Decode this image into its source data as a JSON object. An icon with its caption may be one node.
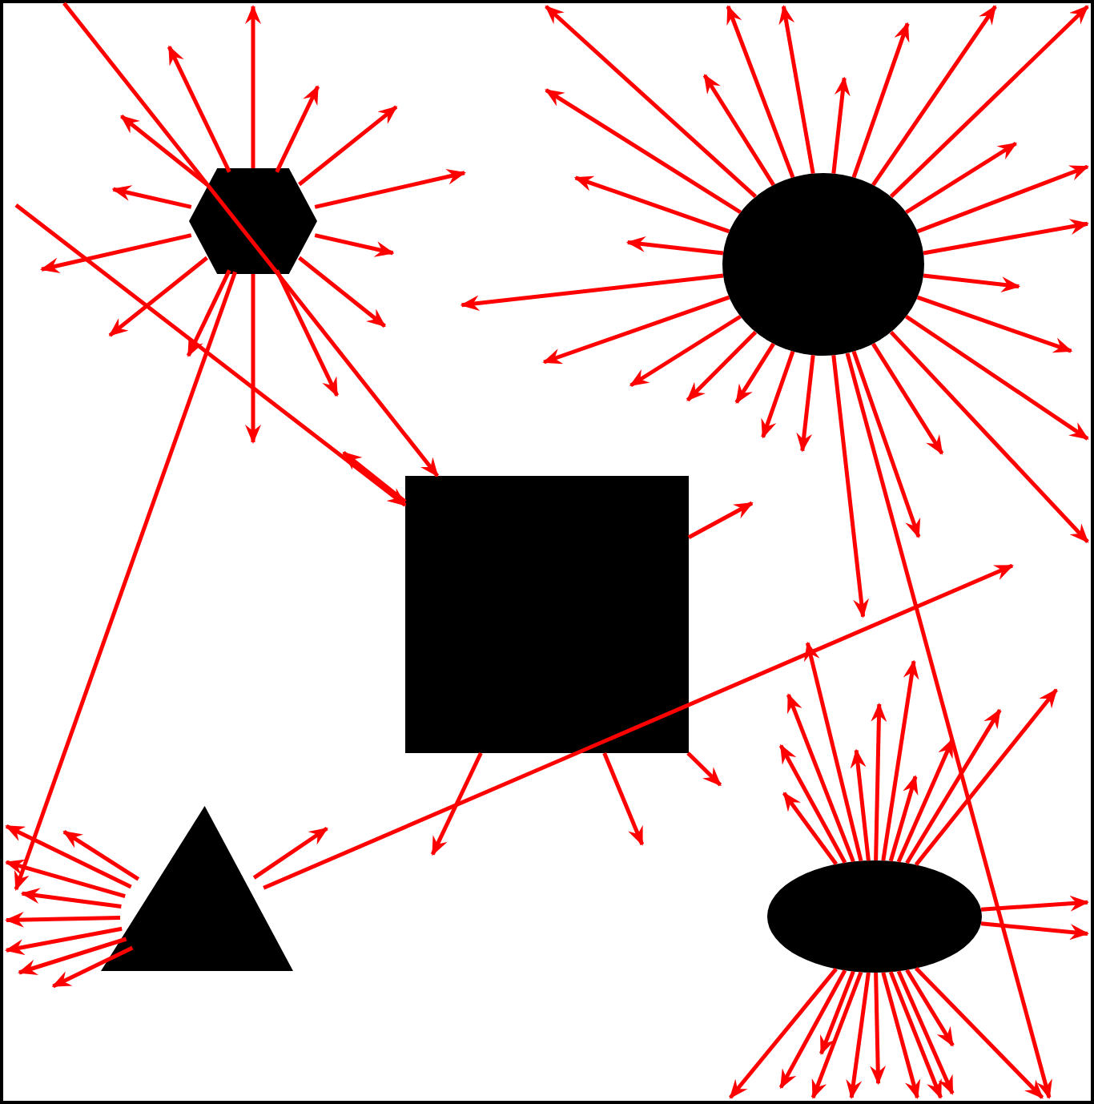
{
  "diagram": {
    "nodes": [
      {
        "text": [],
        "shape": "hexagon"
      },
      {
        "text": [],
        "shape": "circle"
      },
      {
        "text": [],
        "shape": "box"
      },
      {
        "text": [],
        "shape": "triangle"
      },
      {
        "text": [],
        "shape": "ellipse"
      }
    ],
    "edges": [
      {
        "from": null,
        "to": 2,
        "arrow": "to"
      },
      {
        "from": null,
        "to": 2,
        "arrow": "to"
      },
      {
        "from": 0,
        "to": null,
        "arrow": "to"
      },
      {
        "from": 3,
        "to": null,
        "arrow": "to"
      },
      {
        "from": 1,
        "to": null,
        "arrow": "to"
      },
      {
        "from": 0,
        "to": null,
        "arrow": "to"
      },
      {
        "from": 0,
        "to": null,
        "arrow": "to"
      },
      {
        "from": 0,
        "to": null,
        "arrow": "to"
      },
      {
        "from": 0,
        "to": null,
        "arrow": "to"
      },
      {
        "from": 0,
        "to": null,
        "arrow": "to"
      },
      {
        "from": 0,
        "to": null,
        "arrow": "to"
      },
      {
        "from": 0,
        "to": null,
        "arrow": "to"
      },
      {
        "from": 0,
        "to": null,
        "arrow": "to"
      },
      {
        "from": 0,
        "to": null,
        "arrow": "to"
      },
      {
        "from": 0,
        "to": null,
        "arrow": "to"
      },
      {
        "from": 0,
        "to": null,
        "arrow": "to"
      },
      {
        "from": 0,
        "to": null,
        "arrow": "to"
      },
      {
        "from": 0,
        "to": null,
        "arrow": "to"
      },
      {
        "from": 0,
        "to": null,
        "arrow": "to"
      },
      {
        "from": 1,
        "to": null,
        "arrow": "to"
      },
      {
        "from": 1,
        "to": null,
        "arrow": "to"
      },
      {
        "from": 1,
        "to": null,
        "arrow": "to"
      },
      {
        "from": 1,
        "to": null,
        "arrow": "to"
      },
      {
        "from": 1,
        "to": null,
        "arrow": "to"
      },
      {
        "from": 1,
        "to": null,
        "arrow": "to"
      },
      {
        "from": 1,
        "to": null,
        "arrow": "to"
      },
      {
        "from": 1,
        "to": null,
        "arrow": "to"
      },
      {
        "from": 1,
        "to": null,
        "arrow": "to"
      },
      {
        "from": 1,
        "to": null,
        "arrow": "to"
      },
      {
        "from": 1,
        "to": null,
        "arrow": "to"
      },
      {
        "from": 1,
        "to": null,
        "arrow": "to"
      },
      {
        "from": 1,
        "to": null,
        "arrow": "to"
      },
      {
        "from": 1,
        "to": null,
        "arrow": "to"
      },
      {
        "from": 1,
        "to": null,
        "arrow": "to"
      },
      {
        "from": 1,
        "to": null,
        "arrow": "to"
      },
      {
        "from": 1,
        "to": null,
        "arrow": "to"
      },
      {
        "from": 1,
        "to": null,
        "arrow": "to"
      },
      {
        "from": 1,
        "to": null,
        "arrow": "to"
      },
      {
        "from": 1,
        "to": null,
        "arrow": "to"
      },
      {
        "from": 1,
        "to": null,
        "arrow": "to"
      },
      {
        "from": 1,
        "to": null,
        "arrow": "to"
      },
      {
        "from": 1,
        "to": null,
        "arrow": "to"
      },
      {
        "from": 1,
        "to": null,
        "arrow": "to"
      },
      {
        "from": 1,
        "to": null,
        "arrow": "to"
      },
      {
        "from": 1,
        "to": null,
        "arrow": "to"
      },
      {
        "from": 1,
        "to": null,
        "arrow": "to"
      },
      {
        "from": 1,
        "to": null,
        "arrow": "to"
      },
      {
        "from": 2,
        "to": null,
        "arrow": "to"
      },
      {
        "from": 2,
        "to": null,
        "arrow": "to"
      },
      {
        "from": 2,
        "to": null,
        "arrow": "to"
      },
      {
        "from": 2,
        "to": null,
        "arrow": "to"
      },
      {
        "from": 2,
        "to": null,
        "arrow": "to"
      },
      {
        "from": 3,
        "to": null,
        "arrow": "to"
      },
      {
        "from": 3,
        "to": null,
        "arrow": "to"
      },
      {
        "from": 3,
        "to": null,
        "arrow": "to"
      },
      {
        "from": 3,
        "to": null,
        "arrow": "to"
      },
      {
        "from": 3,
        "to": null,
        "arrow": "to"
      },
      {
        "from": 3,
        "to": null,
        "arrow": "to"
      },
      {
        "from": 3,
        "to": null,
        "arrow": "to"
      },
      {
        "from": 3,
        "to": null,
        "arrow": "to"
      },
      {
        "from": 3,
        "to": null,
        "arrow": "to"
      },
      {
        "from": 4,
        "to": null,
        "arrow": "to"
      },
      {
        "from": 4,
        "to": null,
        "arrow": "to"
      },
      {
        "from": 4,
        "to": null,
        "arrow": "to"
      },
      {
        "from": 4,
        "to": null,
        "arrow": "to"
      },
      {
        "from": 4,
        "to": null,
        "arrow": "to"
      },
      {
        "from": 4,
        "to": null,
        "arrow": "to"
      },
      {
        "from": 4,
        "to": null,
        "arrow": "to"
      },
      {
        "from": 4,
        "to": null,
        "arrow": "to"
      },
      {
        "from": 4,
        "to": null,
        "arrow": "to"
      },
      {
        "from": 4,
        "to": null,
        "arrow": "to"
      },
      {
        "from": 4,
        "to": null,
        "arrow": "to"
      },
      {
        "from": 4,
        "to": null,
        "arrow": "to"
      },
      {
        "from": 4,
        "to": null,
        "arrow": "to"
      },
      {
        "from": 4,
        "to": null,
        "arrow": "to"
      },
      {
        "from": 4,
        "to": null,
        "arrow": "to"
      },
      {
        "from": 4,
        "to": null,
        "arrow": "to"
      },
      {
        "from": 4,
        "to": null,
        "arrow": "to"
      },
      {
        "from": 4,
        "to": null,
        "arrow": "to"
      },
      {
        "from": 4,
        "to": null,
        "arrow": "to"
      },
      {
        "from": 4,
        "to": null,
        "arrow": "to"
      },
      {
        "from": 4,
        "to": null,
        "arrow": "to"
      },
      {
        "from": 4,
        "to": null,
        "arrow": "to"
      },
      {
        "from": 4,
        "to": null,
        "arrow": "to"
      },
      {
        "from": 4,
        "to": null,
        "arrow": "to"
      }
    ]
  }
}
